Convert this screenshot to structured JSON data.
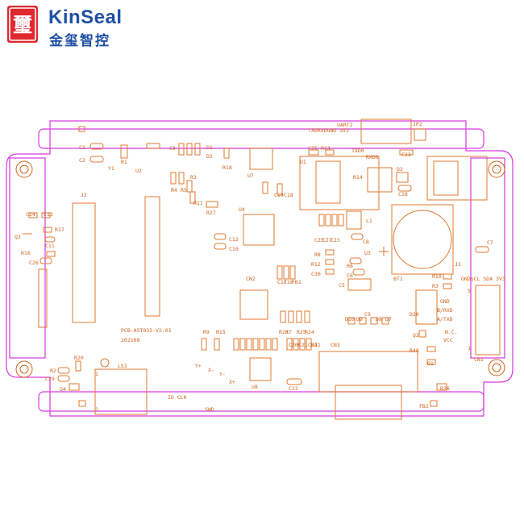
{
  "brand": {
    "name": "KinSeal",
    "chinese": "金玺智控",
    "seal_glyph": "璽",
    "colors": {
      "logo_red": "#e0282e",
      "logo_blue": "#1f4fa3"
    }
  },
  "board": {
    "colors": {
      "outline": "#d63adf",
      "silkscreen": "#e0782f"
    },
    "board_id": "PCB-AST035-V2.01",
    "date_code": "202108",
    "headers": {
      "uart2": "UART2",
      "uart2_pins": "TXDRXDGND 3V3",
      "jp2": "JP2",
      "txd0": "TXD0",
      "rxd0": "RXD0",
      "swd": "SWD",
      "io_clk": "IO CLK",
      "cn1_pins": "GNDSCL SDA 3V3",
      "gnd": "GND",
      "brxd": "B/RXD",
      "atxd": "A/TXD",
      "nc": "N.C.",
      "vcc": "VCC",
      "pin1": "1",
      "pin2": "2",
      "pin5": "5",
      "touch_yp": "Y+",
      "touch_xm": "X-",
      "touch_ym": "Y-",
      "touch_xp": "X+"
    },
    "components": {
      "C1": "C1",
      "C2": "C2",
      "Y1": "Y1",
      "R1": "R1",
      "U2": "U2",
      "C3": "C3",
      "D1": "D1",
      "D2": "D2",
      "R18": "R18",
      "U7": "U7",
      "C15": "C15",
      "R13": "R13",
      "F23": "F23",
      "U1": "U1",
      "R14": "R14",
      "D3": "D3",
      "C28": "C28",
      "R4": "R4",
      "R5": "R5",
      "R3a": "R3",
      "R11": "R11",
      "R27": "R27",
      "C19": "C19",
      "C18": "C18",
      "J2": "J2",
      "C14": "C14",
      "C13": "C13",
      "Q3": "Q3",
      "R17": "R17",
      "C11": "C11",
      "R16": "R16",
      "C26": "C26",
      "U4": "U4",
      "C12": "C12",
      "C10": "C10",
      "C25": "C25",
      "C27": "C27",
      "C23": "C23",
      "C8": "C8",
      "L1": "L1",
      "C7": "C7",
      "R8": "R8",
      "R12": "R12",
      "C30": "C30",
      "C5": "C5",
      "R6": "R6",
      "C6": "C6",
      "U3": "U3",
      "BT1": "BT1",
      "J1": "J1",
      "R10": "R10",
      "R3": "R3",
      "CN2": "CN2",
      "C17": "C17",
      "C16": "C16",
      "FB1": "FB1",
      "D20": "D20",
      "Q2": "Q2",
      "R48": "R48",
      "Q1": "Q1",
      "CN1": "CN1",
      "D10": "D10",
      "D9": "D9",
      "C9": "C9",
      "D8": "D8",
      "D7": "D7",
      "R9": "R9",
      "R15": "R15",
      "R23": "R23",
      "R25": "R25",
      "R24": "R24",
      "R7": "R7",
      "C20": "C20",
      "C21": "C21",
      "C24": "C24",
      "CN3": "CN3",
      "R21": "R21",
      "R2": "R2",
      "R20": "R20",
      "C29": "C29",
      "Q4": "Q4",
      "LS1": "LS1",
      "U8": "U8",
      "C22": "C22",
      "R26": "R26",
      "FB2": "FB2"
    }
  }
}
